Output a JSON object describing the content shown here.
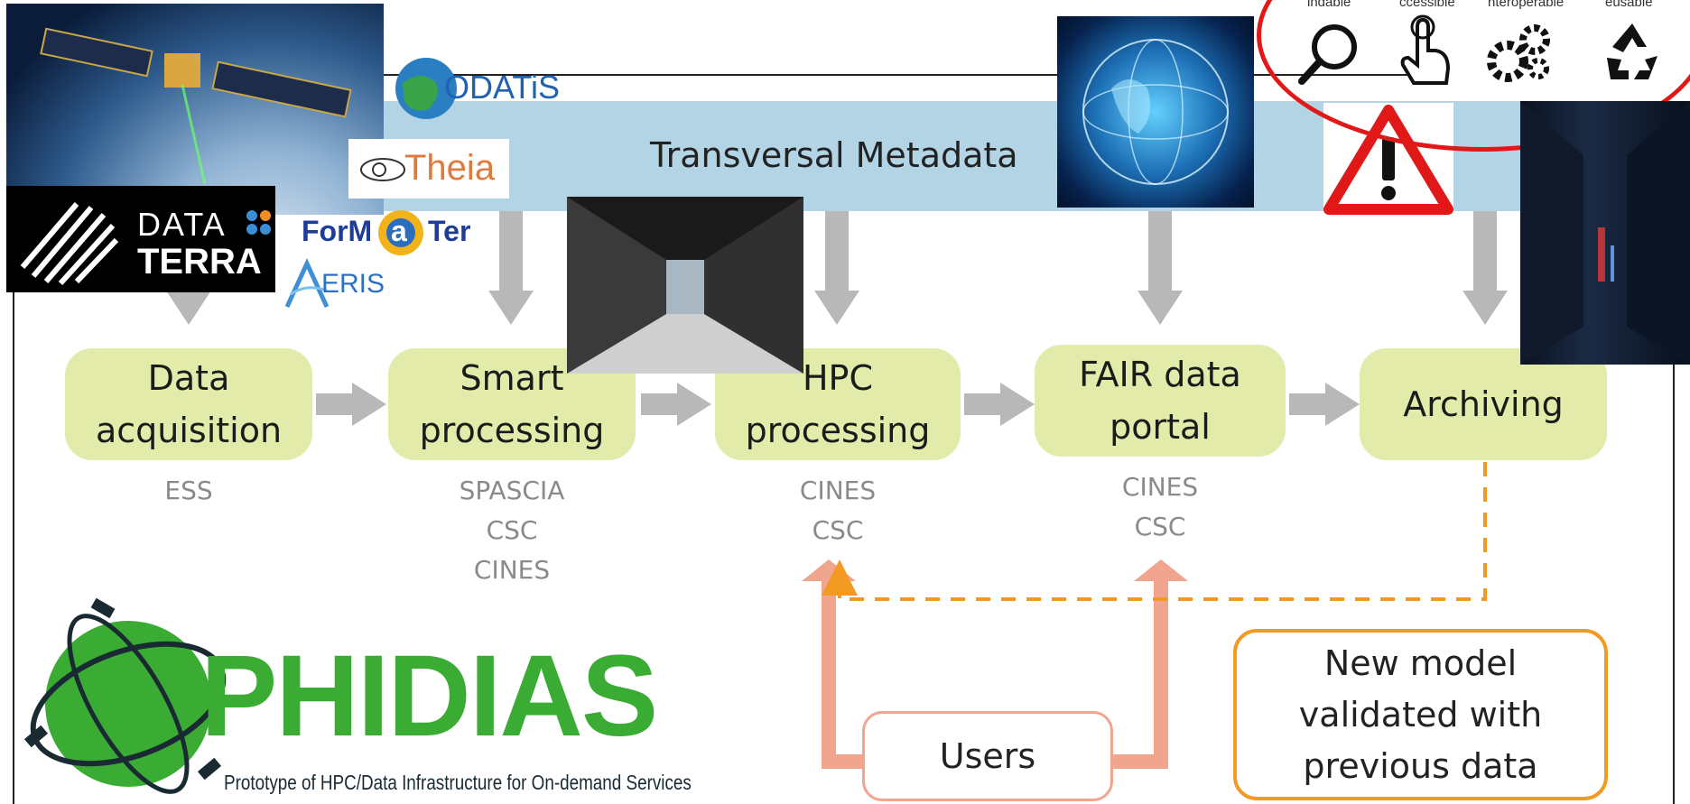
{
  "diagram": {
    "header_band": {
      "label": "Transversal Metadata"
    },
    "stages": [
      {
        "id": "data-acquisition",
        "label_lines": [
          "Data",
          "acquisition"
        ],
        "orgs": [
          "ESS"
        ]
      },
      {
        "id": "smart-processing",
        "label_lines": [
          "Smart",
          "processing"
        ],
        "orgs": [
          "SPASCIA",
          "CSC",
          "CINES"
        ]
      },
      {
        "id": "hpc-processing",
        "label_lines": [
          "HPC",
          "processing"
        ],
        "orgs": [
          "CINES",
          "CSC"
        ]
      },
      {
        "id": "fair-data-portal",
        "label_lines": [
          "FAIR data",
          "portal"
        ],
        "orgs": [
          "CINES",
          "CSC"
        ]
      },
      {
        "id": "archiving",
        "label_lines": [
          "Archiving"
        ],
        "orgs": []
      }
    ],
    "users_box": {
      "label": "Users"
    },
    "new_model_box": {
      "label_lines": [
        "New model",
        "validated with",
        "previous data"
      ]
    },
    "colors": {
      "stage_fill": "#e3ebab",
      "metadata_band": "#b3d4e5",
      "gray_arrow": "#b8b8b8",
      "salmon_arrow": "#f1a58f",
      "orange_dashed": "#f39a23",
      "warning_red": "#e01818",
      "phidias_green": "#3aac34"
    }
  },
  "logos": {
    "odatis": "ODATiS",
    "theia": "Theia",
    "data_terra": [
      "DATA",
      "TERRA"
    ],
    "formater": [
      "ForM",
      "a",
      "Ter"
    ],
    "aeris": "ERIS",
    "phidias": {
      "title": "PHIDIAS",
      "subtitle": "Prototype of HPC/Data Infrastructure for On-demand Services"
    }
  },
  "fair_panel": {
    "labels": [
      "indable",
      "ccessible",
      "nteroperable",
      "eusable"
    ],
    "icons": [
      "magnifier-icon",
      "touch-hand-icon",
      "gears-icon",
      "recycle-icon"
    ]
  },
  "icons": {
    "warning": "warning-triangle-icon",
    "satellite_photo": "satellite-photo",
    "globe": "network-globe-image",
    "server_rooms": [
      "server-room-photo",
      "datacenter-photo"
    ]
  }
}
